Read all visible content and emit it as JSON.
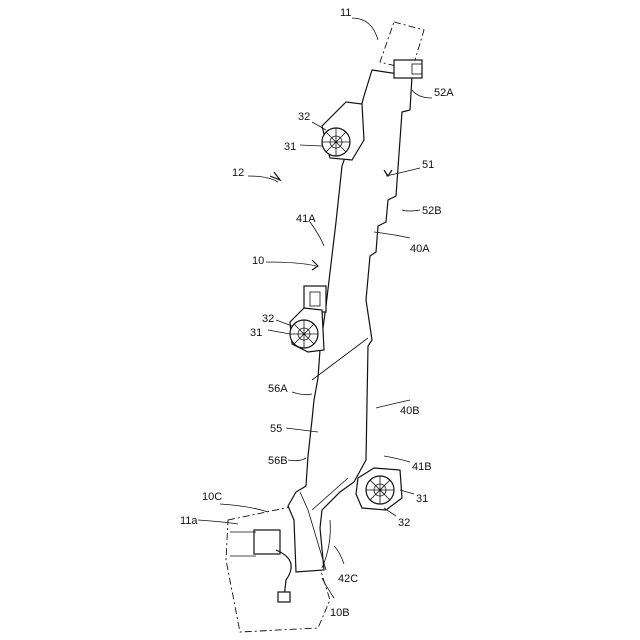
{
  "labels": {
    "l11": "11",
    "l52A": "52A",
    "l32a": "32",
    "l31a": "31",
    "l12": "12",
    "l51": "51",
    "l52B": "52B",
    "l41A": "41A",
    "l10": "10",
    "l40A": "40A",
    "l32b": "32",
    "l31b": "31",
    "l56A": "56A",
    "l40B": "40B",
    "l55": "55",
    "l56B": "56B",
    "l41B": "41B",
    "l11a": "11a",
    "l10C": "10C",
    "l31c": "31",
    "l32c": "32",
    "l42C": "42C",
    "l10B": "10B"
  }
}
